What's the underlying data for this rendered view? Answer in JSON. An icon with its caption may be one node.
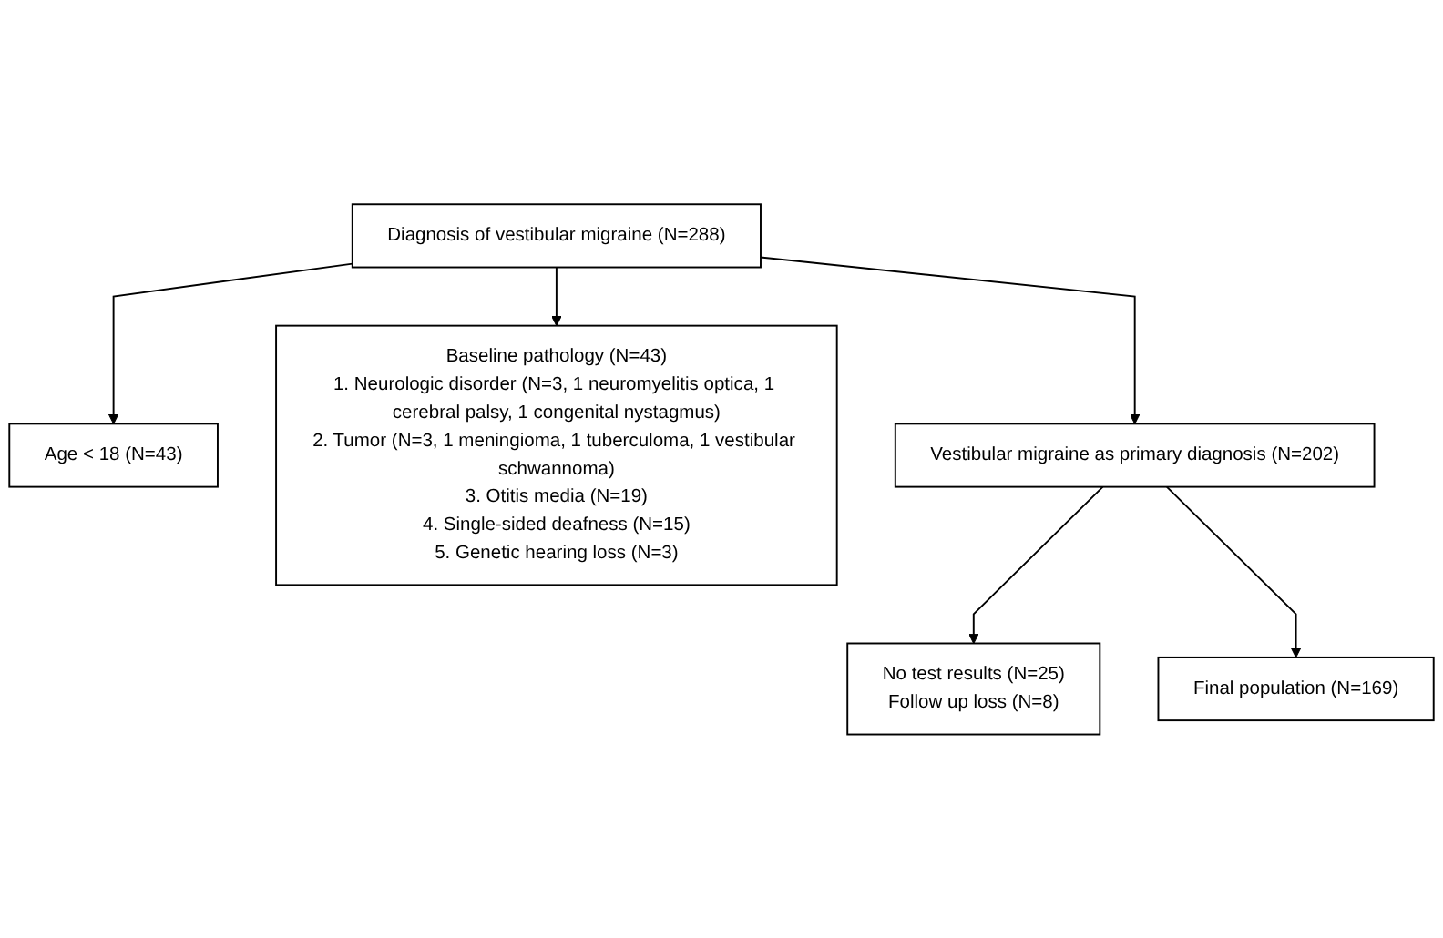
{
  "diagram": {
    "nodes": [
      {
        "text": [
          "Diagnosis of vestibular migraine (N=288)"
        ]
      },
      {
        "text": [
          "Age < 18 (N=43)"
        ]
      },
      {
        "text": [
          "Baseline pathology (N=43)",
          "1. Neurologic disorder (N=3, 1 neuromyelitis optica, 1 cerebral palsy, 1 congenital nystagmus)",
          "2. Tumor (N=3, 1 meningioma, 1 tuberculoma, 1 vestibular schwannoma)",
          "3. Otitis media (N=19)",
          "4. Single-sided deafness (N=15)",
          "5. Genetic hearing loss (N=3)"
        ]
      },
      {
        "text": [
          "Vestibular migraine as primary diagnosis (N=202)"
        ]
      },
      {
        "text": [
          "No test results (N=25)",
          "Follow up loss (N=8)"
        ]
      },
      {
        "text": [
          "Final population (N=169)"
        ]
      }
    ],
    "edges": [
      {
        "from": 0,
        "to": 1,
        "arrow": "to"
      },
      {
        "from": 0,
        "to": 2,
        "arrow": "to"
      },
      {
        "from": 0,
        "to": 3,
        "arrow": "to"
      },
      {
        "from": 3,
        "to": 4,
        "arrow": "to"
      },
      {
        "from": 3,
        "to": 5,
        "arrow": "to"
      }
    ]
  }
}
